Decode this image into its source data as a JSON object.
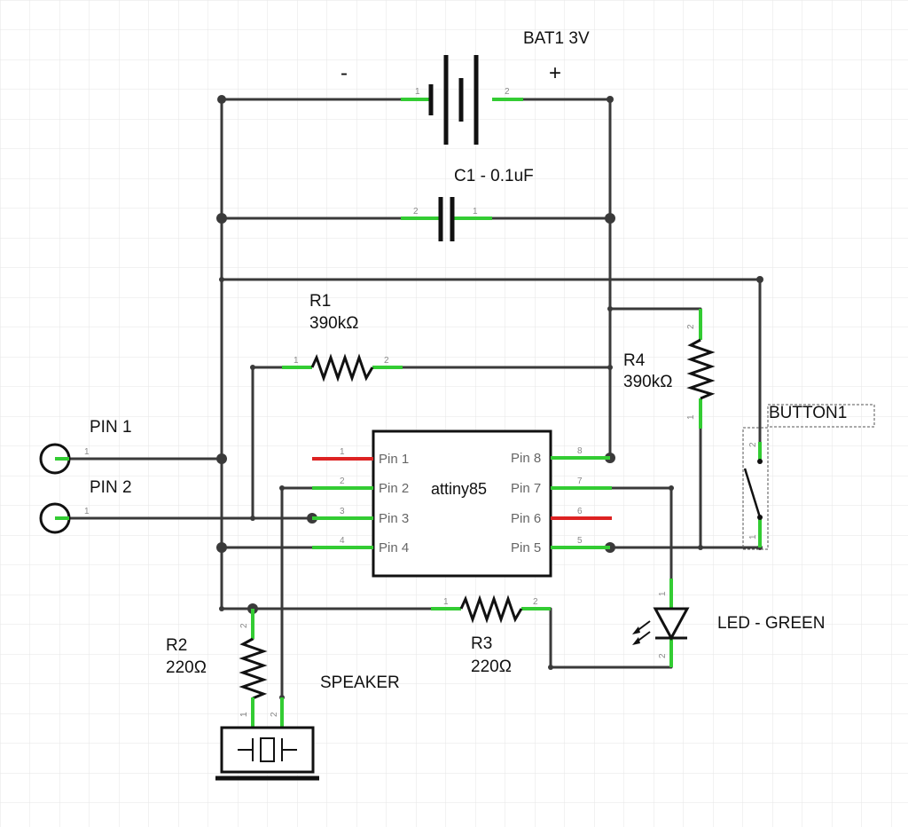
{
  "schematic": {
    "battery": {
      "label": "BAT1 3V",
      "minus": "-",
      "plus": "+",
      "pin1": "1",
      "pin2": "2"
    },
    "capacitor": {
      "label": "C1 - 0.1uF",
      "pin1": "1",
      "pin2": "2"
    },
    "r1": {
      "name": "R1",
      "value": "390kΩ",
      "pin1": "1",
      "pin2": "2"
    },
    "r2": {
      "name": "R2",
      "value": "220Ω",
      "pin1": "1",
      "pin2": "2"
    },
    "r3": {
      "name": "R3",
      "value": "220Ω",
      "pin1": "1",
      "pin2": "2"
    },
    "r4": {
      "name": "R4",
      "value": "390kΩ",
      "pin1": "1",
      "pin2": "2"
    },
    "button": {
      "label": "BUTTON1",
      "pin1": "1",
      "pin2": "2"
    },
    "led": {
      "label": "LED - GREEN",
      "pin1": "1",
      "pin2": "2"
    },
    "speaker": {
      "label": "SPEAKER",
      "pin1": "1",
      "pin2": "2"
    },
    "connector1": {
      "label": "PIN 1",
      "pin": "1"
    },
    "connector2": {
      "label": "PIN 2",
      "pin": "1"
    },
    "chip": {
      "name": "attiny85",
      "left_pins": [
        {
          "label": "Pin 1",
          "num": "1"
        },
        {
          "label": "Pin 2",
          "num": "2"
        },
        {
          "label": "Pin 3",
          "num": "3"
        },
        {
          "label": "Pin 4",
          "num": "4"
        }
      ],
      "right_pins": [
        {
          "label": "Pin 8",
          "num": "8"
        },
        {
          "label": "Pin 7",
          "num": "7"
        },
        {
          "label": "Pin 6",
          "num": "6"
        },
        {
          "label": "Pin 5",
          "num": "5"
        }
      ]
    },
    "colors": {
      "wire": "#3a3a3a",
      "connected_pin": "#33cc33",
      "unconnected_pin": "#dd2222",
      "grid": "#e6e6e6"
    }
  }
}
